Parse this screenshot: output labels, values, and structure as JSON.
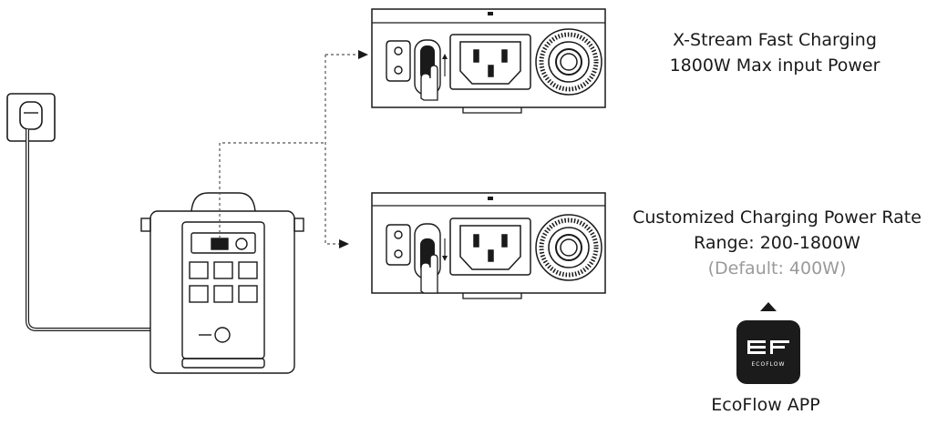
{
  "top_panel_caption": {
    "line1": "X-Stream Fast Charging",
    "line2": "1800W Max input Power"
  },
  "bottom_panel_caption": {
    "line1": "Customized Charging Power Rate",
    "line2": "Range: 200-1800W",
    "line3": "(Default: 400W)"
  },
  "app": {
    "caption": "EcoFlow APP",
    "tile_wordmark": "ECOFLOW",
    "tile_color": "#1b1b1b"
  },
  "icons": [
    "wall-outlet-icon",
    "power-station-icon",
    "ac-inlet-icon",
    "charge-switch-icon",
    "hand-pointer-icon",
    "arrow-up-icon",
    "arrow-down-icon",
    "ecoflow-logo-icon"
  ],
  "colors": {
    "line": "#1a1a1a",
    "muted_text": "#9a9a9a",
    "dashed_link": "#555555"
  }
}
